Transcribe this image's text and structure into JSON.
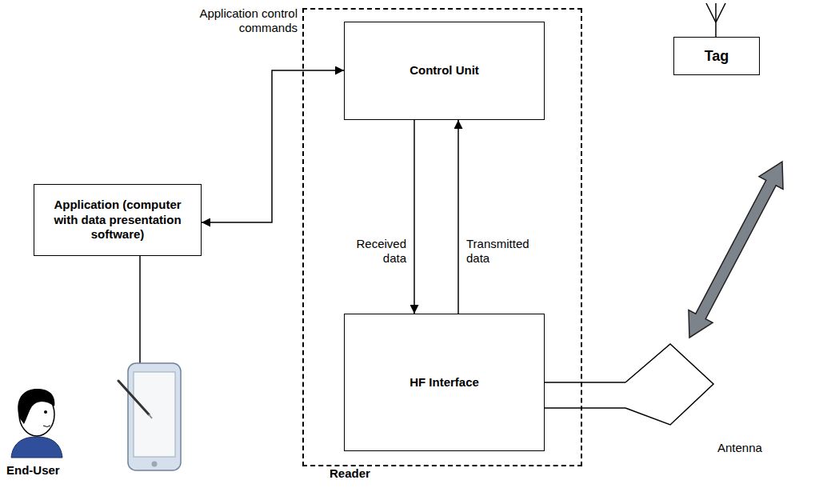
{
  "diagram": {
    "nodes": [
      {
        "text": [
          "Reader"
        ]
      },
      {
        "text": [
          "Control Unit"
        ],
        "in": 0
      },
      {
        "text": [
          "HF Interface"
        ],
        "in": 0
      },
      {
        "text": [
          "Application (computer with data presentation software)"
        ]
      },
      {
        "text": [
          "Tag"
        ]
      },
      {
        "text": [
          "Antenna"
        ]
      }
    ],
    "edges": [
      {
        "from": 3,
        "to": 1,
        "arrow": "both",
        "label": "Application control commands"
      },
      {
        "from": 1,
        "to": 2,
        "arrow": "to",
        "label": "Received data"
      },
      {
        "from": 2,
        "to": 1,
        "arrow": "to",
        "label": "Transmitted data"
      },
      {
        "from": 2,
        "to": 5,
        "arrow": "none"
      },
      {
        "from": 5,
        "to": 4,
        "arrow": "both"
      }
    ],
    "labels": [
      "End-User"
    ]
  }
}
